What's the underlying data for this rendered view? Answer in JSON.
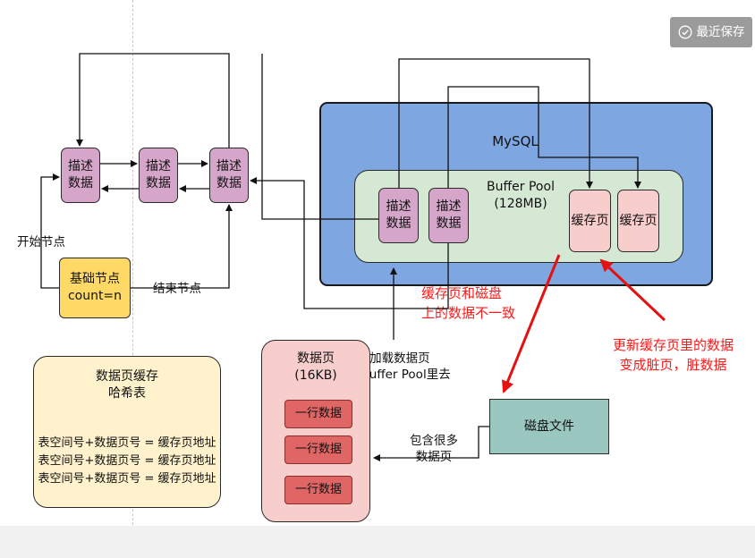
{
  "save_button": {
    "label": "最近保存"
  },
  "mysql": {
    "label": "MySQL"
  },
  "buffer_pool": {
    "label_line1": "Buffer Pool",
    "label_line2": "(128MB)"
  },
  "nodes": {
    "desc_line1": "描述",
    "desc_line2": "数据",
    "cache_page": "缓存页"
  },
  "base_node": {
    "line1": "基础节点",
    "line2": "count=n"
  },
  "labels": {
    "start_node": "开始节点",
    "end_node": "结束节点",
    "load_line1": "加载数据页",
    "load_line2": "到Buffer Pool里去",
    "contains_line1": "包含很多",
    "contains_line2": "数据页"
  },
  "data_page": {
    "line1": "数据页",
    "line2": "(16KB)",
    "rows": [
      "一行数据",
      "一行数据",
      "一行数据"
    ]
  },
  "disk_file": {
    "label": "磁盘文件"
  },
  "hash_table": {
    "title_line1": "数据页缓存",
    "title_line2": "哈希表",
    "entries": [
      "表空间号+数据页号 = 缓存页地址",
      "表空间号+数据页号 = 缓存页地址",
      "表空间号+数据页号 = 缓存页地址"
    ]
  },
  "annotations": {
    "inconsistent_line1": "缓存页和磁盘",
    "inconsistent_line2": "上的数据不一致",
    "dirty_line1": "更新缓存页里的数据",
    "dirty_line2": "变成脏页，脏数据"
  },
  "colors": {
    "mysql_bg": "#7ea6e0",
    "buffer_pool_bg": "#d5e8d4",
    "desc_bg": "#d5a6c9",
    "cache_bg": "#f8cecc",
    "hash_bg": "#fff2cc",
    "base_node_bg": "#ffd966",
    "disk_bg": "#9ac7bf",
    "row_bg": "#e06666",
    "annotation": "#ff1a1a"
  }
}
